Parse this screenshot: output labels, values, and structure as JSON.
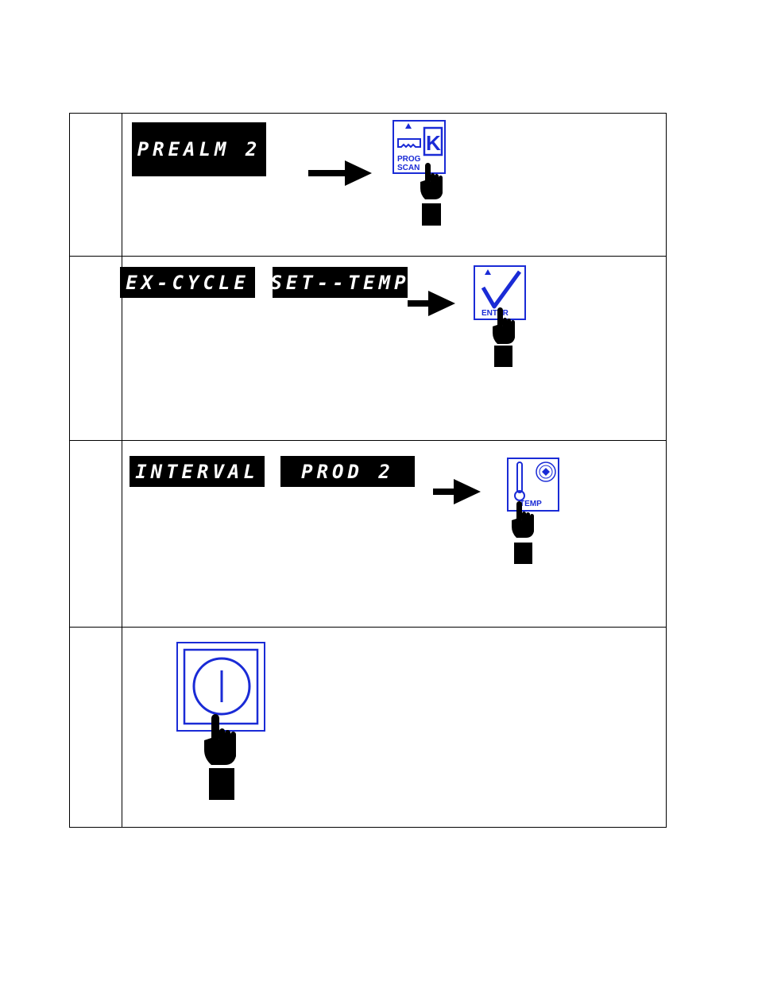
{
  "rows": [
    {
      "displays": [
        "PREALM 2"
      ],
      "key": {
        "name": "prog-scan",
        "label_line1": "PROG",
        "label_line2": "SCAN",
        "glyph": "K",
        "icon": "key-icon"
      }
    },
    {
      "displays": [
        "EX-CYCLE",
        "SET--TEMP"
      ],
      "key": {
        "name": "enter",
        "label": "ENTER",
        "icon": "checkmark-icon"
      }
    },
    {
      "displays": [
        "INTERVAL",
        "PROD 2"
      ],
      "key": {
        "name": "temp",
        "label": "TEMP",
        "icon": "thermometer-icon"
      }
    },
    {
      "displays": [],
      "key": {
        "name": "power",
        "icon": "power-icon"
      }
    }
  ],
  "colors": {
    "key_blue": "#1a2bd6",
    "lcd_bg": "#000000",
    "lcd_text": "#ffffff"
  }
}
